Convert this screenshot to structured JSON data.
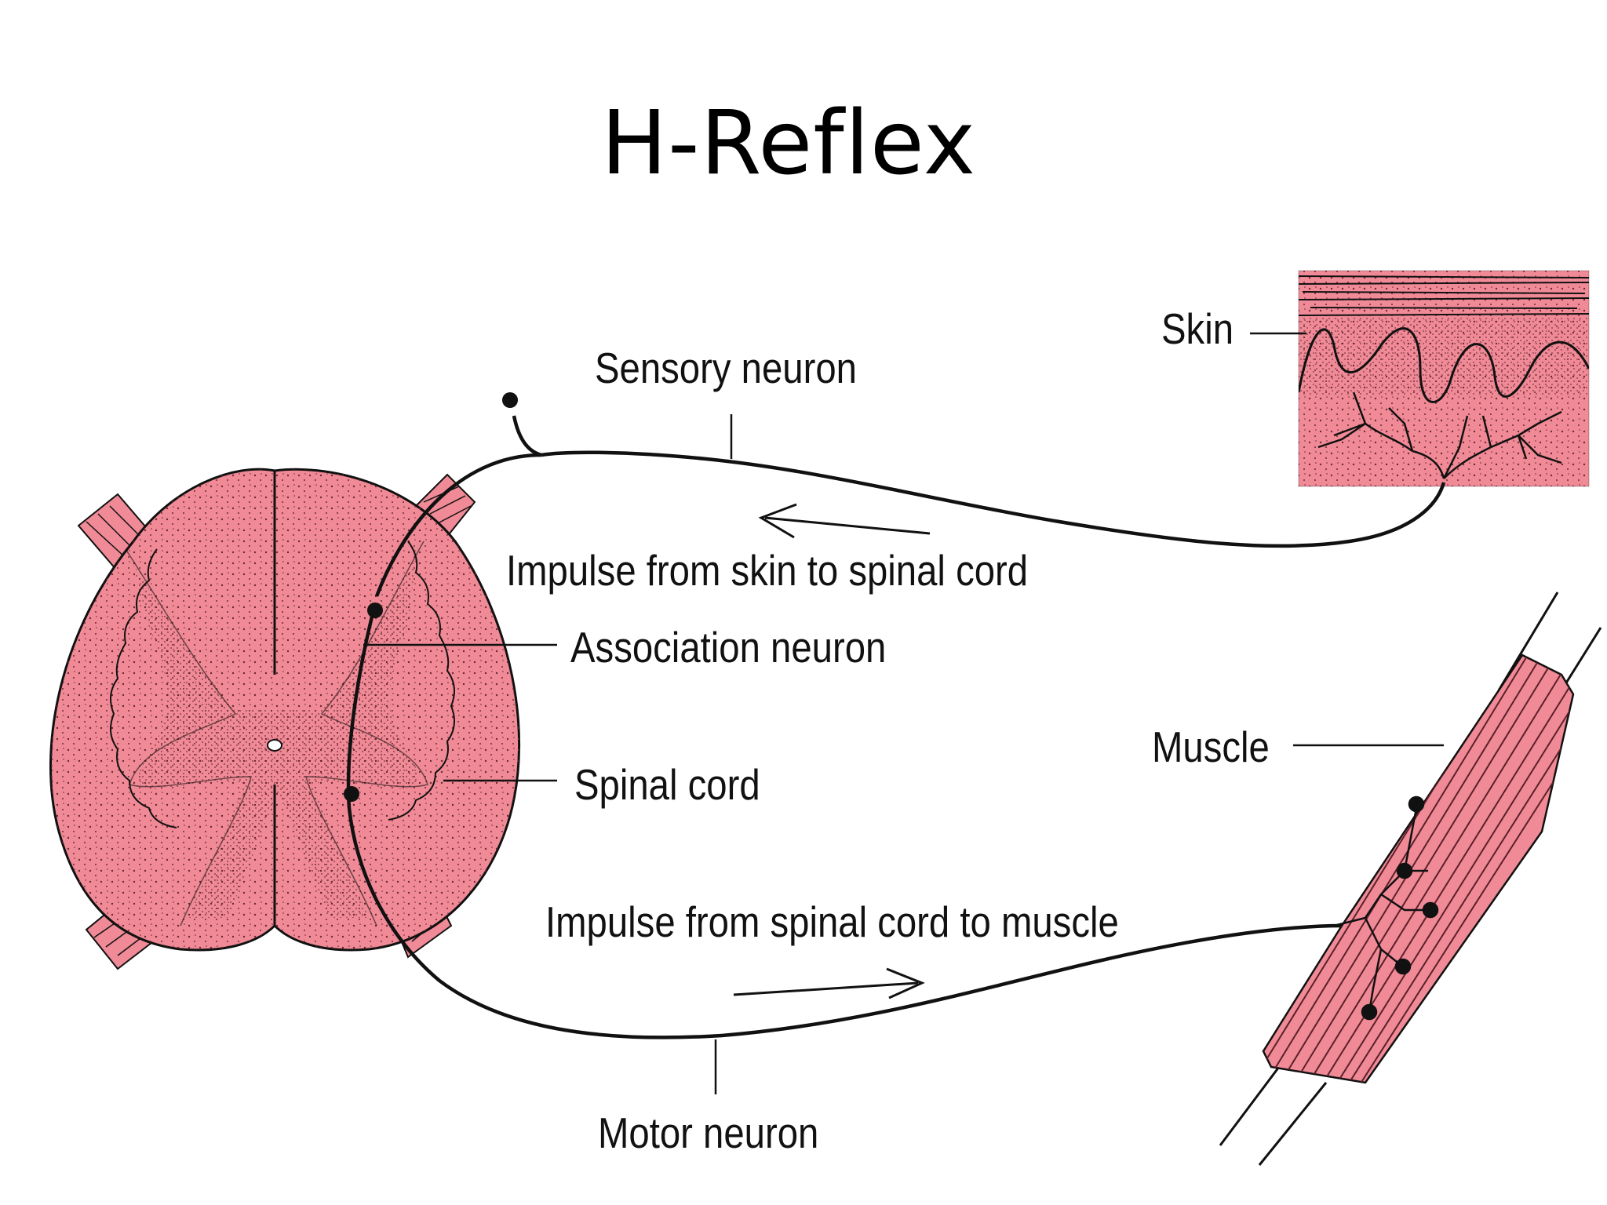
{
  "slide": {
    "title": "H-Reflex"
  },
  "labels": {
    "sensory_neuron": "Sensory neuron",
    "skin": "Skin",
    "impulse_skin_to_cord": "Impulse from skin to spinal cord",
    "association_neuron": "Association neuron",
    "spinal_cord": "Spinal cord",
    "muscle": "Muscle",
    "impulse_cord_to_muscle": "Impulse from spinal cord to muscle",
    "motor_neuron": "Motor neuron"
  },
  "colors": {
    "tissue_fill": "#f08a96",
    "ink": "#111111",
    "background": "#ffffff"
  }
}
